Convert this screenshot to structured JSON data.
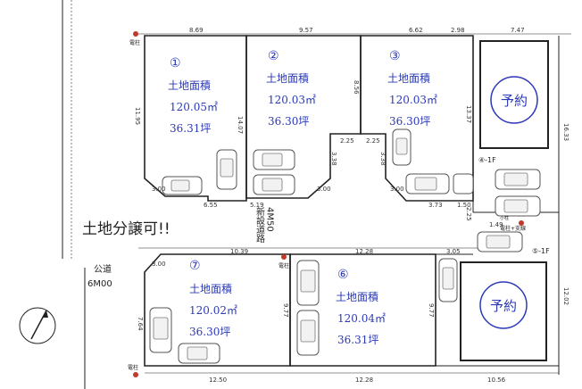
{
  "lots": [
    {
      "number": "①",
      "label": "土地面積",
      "area_m2": "120.05㎡",
      "area_tsubo": "36.31坪"
    },
    {
      "number": "②",
      "label": "土地面積",
      "area_m2": "120.03㎡",
      "area_tsubo": "36.30坪"
    },
    {
      "number": "③",
      "label": "土地面積",
      "area_m2": "120.03㎡",
      "area_tsubo": "36.30坪"
    },
    {
      "number": "⑦",
      "label": "土地面積",
      "area_m2": "120.02㎡",
      "area_tsubo": "36.30坪"
    },
    {
      "number": "⑥",
      "label": "土地面積",
      "area_m2": "120.04㎡",
      "area_tsubo": "36.31坪"
    }
  ],
  "reserved_label": "予約",
  "subdivision_note": "土地分譲可!!",
  "new_road": {
    "line1": "新設道路",
    "line2": "4M50"
  },
  "public_road": {
    "line1": "公道",
    "line2": "6M00"
  },
  "denchu_label": "電柱",
  "denchu_shiji_label": "電柱+支線",
  "kabe_label": "小柱",
  "lot_tags": {
    "lot4": "④-1F",
    "lot5": "⑤-1F"
  },
  "dimensions": {
    "top": [
      "8.69",
      "9.57",
      "6.62",
      "2.98",
      "7.47"
    ],
    "lot1_left": "11.95",
    "lot12_mid": "14.07",
    "lot23_mid": "8.56",
    "lot4_right": "13.37",
    "far_right_top": "16.33",
    "lot1_corner": "3.00",
    "lot1_bottom": "6.55",
    "lot2_bottom": "5.19",
    "lot2_corner": "3.00",
    "road_notch_left": "2.25",
    "road_notch_right": "2.25",
    "road_notch_left_v": "3.38",
    "road_notch_right_v": "3.38",
    "lot3_corner": "3.00",
    "lot3_bottom": "3.73",
    "lot3_right_small": "1.50",
    "right_v_small": "2.25",
    "right_small_h": "1.49",
    "lot7_top": "10.39",
    "lot6_top": "12.28",
    "lot5_top": "3.05",
    "lot7_corner": "3.00",
    "lot7_left": "7.64",
    "lot76_mid": "9.77",
    "lot65_mid": "9.77",
    "right_lower": "12.02",
    "bottom": [
      "12.50",
      "12.28",
      "10.56"
    ]
  },
  "colors": {
    "lot_text": "#2b39b8",
    "pole": "#c0392b",
    "line": "#222222"
  }
}
